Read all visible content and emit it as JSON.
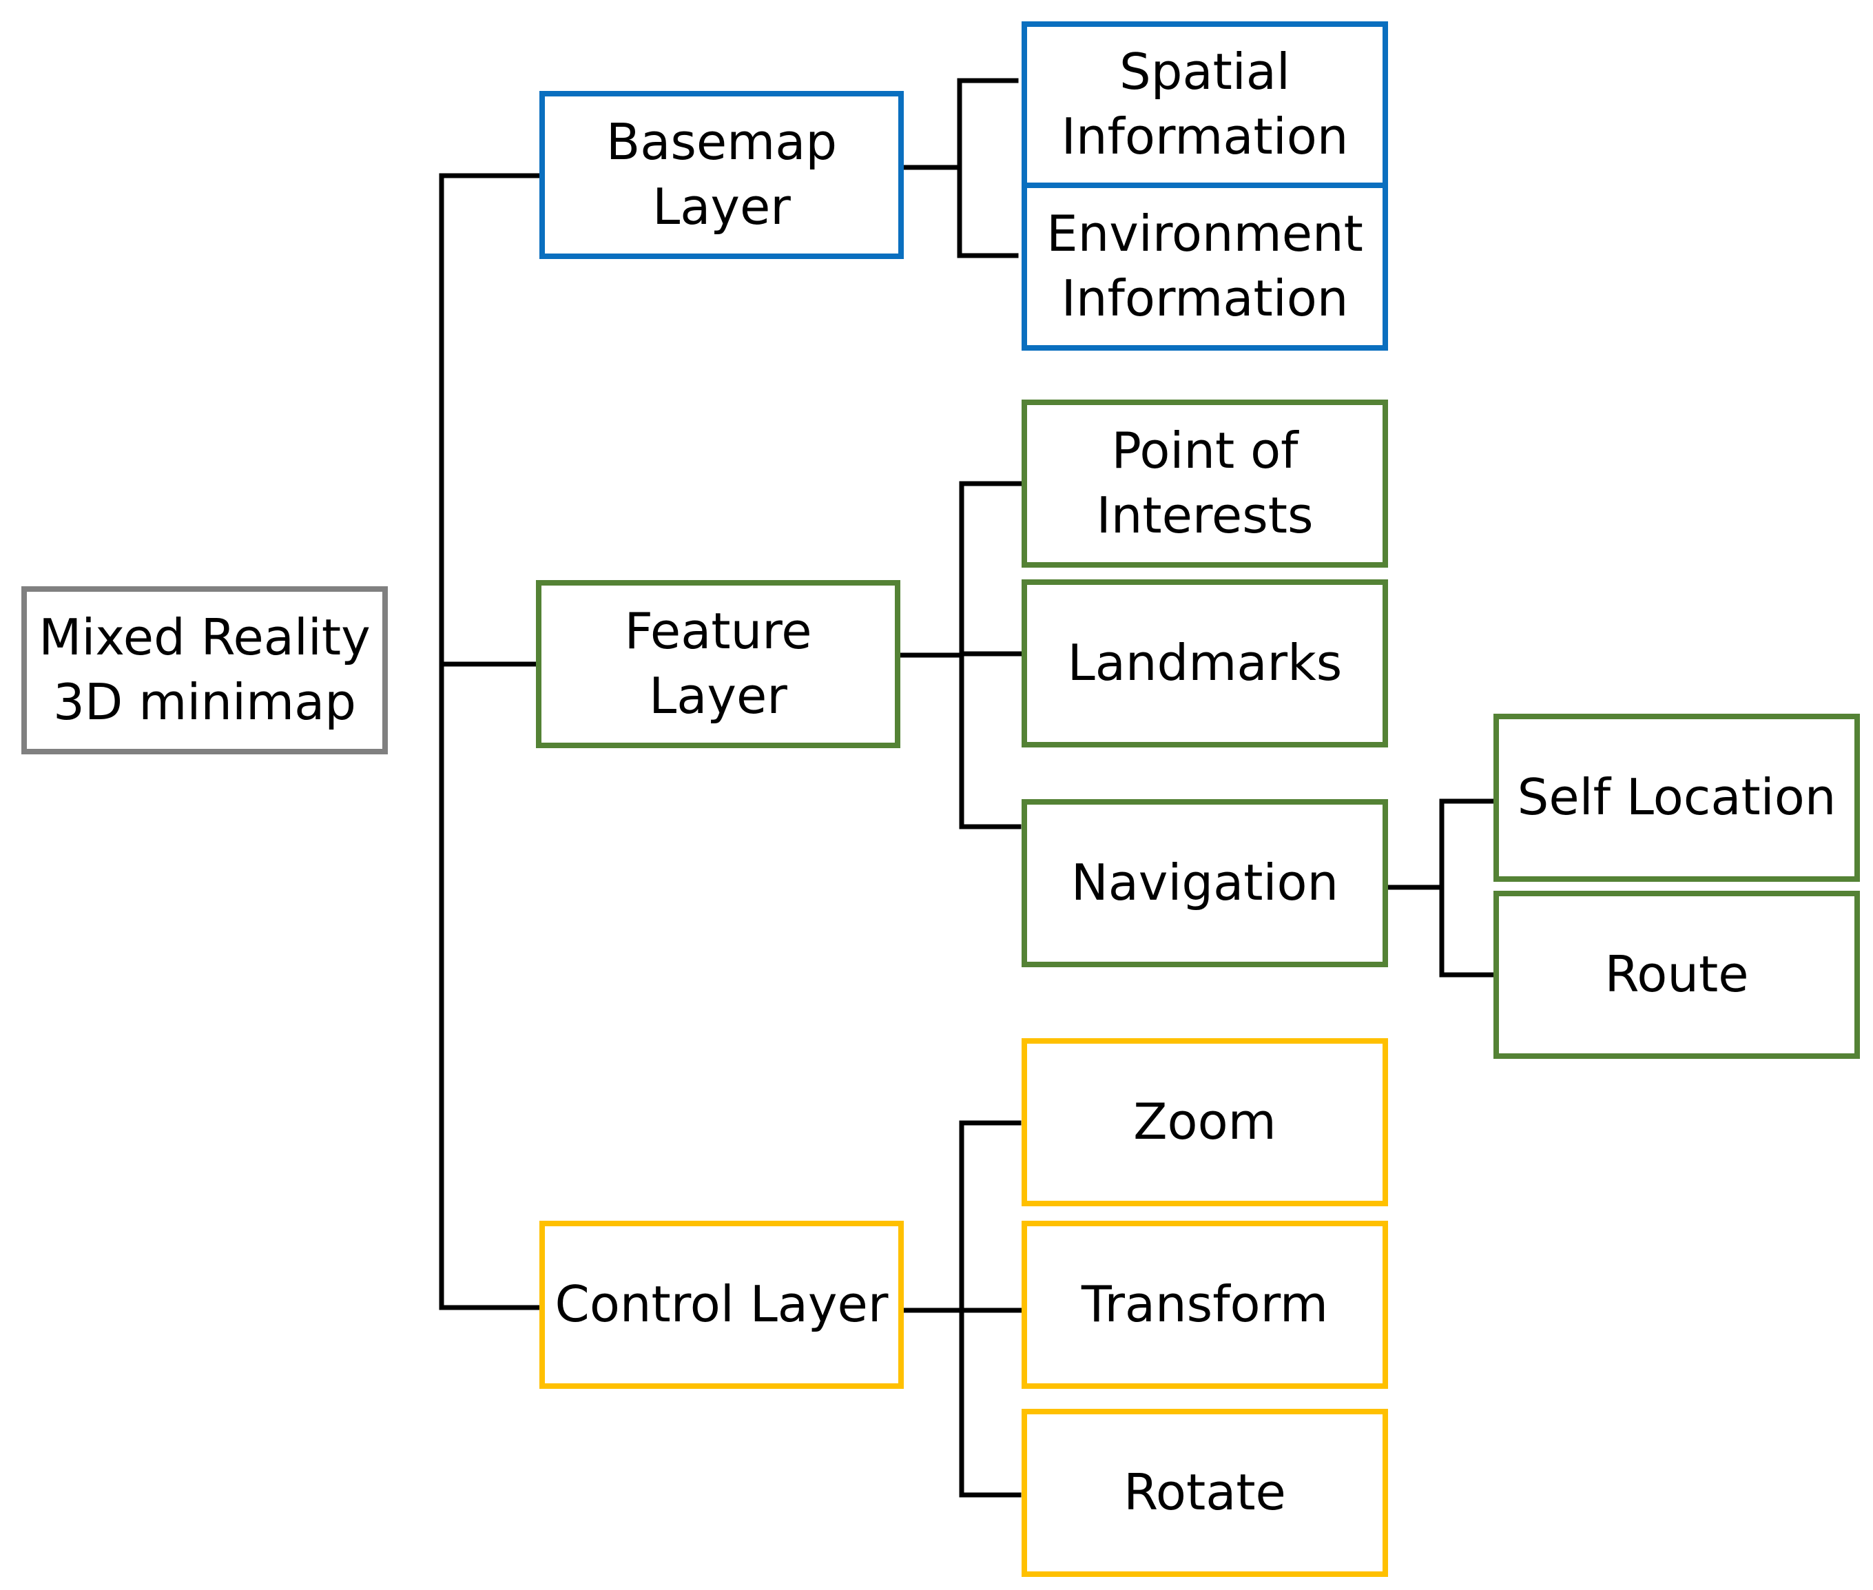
{
  "colors": {
    "root": "#808080",
    "basemap": "#0a6fbf",
    "feature": "#548235",
    "control": "#ffc000",
    "connector": "#000000"
  },
  "nodes": {
    "root": "Mixed Reality\n3D minimap",
    "basemap_layer": "Basemap\nLayer",
    "spatial_information": "Spatial\nInformation",
    "environment_information": "Environment\nInformation",
    "feature_layer": "Feature\nLayer",
    "point_of_interests": "Point of\nInterests",
    "landmarks": "Landmarks",
    "navigation": "Navigation",
    "self_location": "Self Location",
    "route": "Route",
    "control_layer": "Control Layer",
    "zoom": "Zoom",
    "transform": "Transform",
    "rotate": "Rotate"
  }
}
